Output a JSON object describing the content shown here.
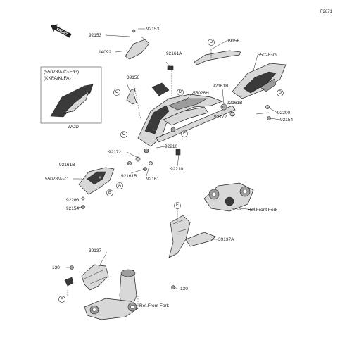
{
  "diagram_code": "F2871",
  "front_label": "FRONT",
  "callouts": [
    "A",
    "B",
    "C",
    "D",
    "E"
  ],
  "inset": {
    "line1": "(55028/A/C~E/G)",
    "line2": "(KKFA/KLFA)",
    "caption": "WOD"
  },
  "labels": {
    "l_92153_left": "92153",
    "l_92153_top": "92153",
    "l_14092": "14092",
    "l_92161A": "92161A",
    "l_39156_top": "39156",
    "l_55028G": "55028~G",
    "l_39156_mid": "39156",
    "l_55028H": "55028H",
    "l_92161B_1": "92161B",
    "l_92161B_2": "92161B",
    "l_92172_1": "92172",
    "l_92200_right": "92200",
    "l_92154_right": "92154",
    "l_92172_2": "92172",
    "l_92210_1": "92210",
    "l_92161B_left": "92161B",
    "l_92161B_low": "92161B",
    "l_92161": "92161",
    "l_92210_2": "92210",
    "l_55028AC": "55028/A~C",
    "l_92200_left": "92200",
    "l_92154_left": "92154",
    "l_ref_fork_1": "Ref.Front Fork",
    "l_39137A": "39137A",
    "l_39137": "39137",
    "l_130_left": "130",
    "l_130_right": "130",
    "l_ref_fork_2": "Ref.Front Fork"
  },
  "colors": {
    "line": "#222222",
    "fill_light": "#d8d8d8",
    "fill_dark": "#3a3a3a"
  }
}
